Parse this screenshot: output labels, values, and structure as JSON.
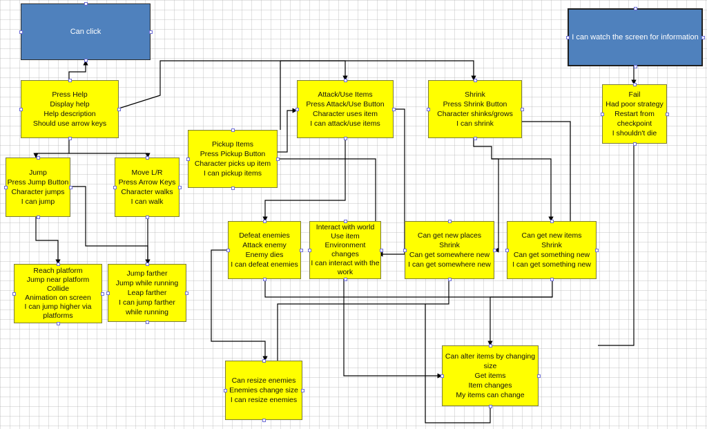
{
  "nodes": {
    "can_click": {
      "lines": [
        "Can click"
      ],
      "color": "#4f81bd"
    },
    "watch_screen": {
      "lines": [
        "I can watch the screen for information"
      ],
      "color": "#4f81bd"
    },
    "press_help": {
      "lines": [
        "Press Help",
        "Display help",
        "Help description",
        "Should use arrow keys"
      ]
    },
    "attack_use": {
      "lines": [
        "Attack/Use Items",
        "Press Attack/Use Button",
        "Character uses item",
        "I can attack/use items"
      ]
    },
    "shrink": {
      "lines": [
        "Shrink",
        "Press Shrink Button",
        "Character shinks/grows",
        "I can shrink"
      ]
    },
    "fail": {
      "lines": [
        "Fail",
        "Had poor strategy",
        "Restart from",
        "checkpoint",
        "I shouldn't die"
      ]
    },
    "pickup": {
      "lines": [
        "Pickup Items",
        "Press Pickup Button",
        "Character picks up item",
        "I can pickup items"
      ]
    },
    "jump": {
      "lines": [
        "Jump",
        "Press Jump Button",
        "Character jumps",
        "I can jump"
      ]
    },
    "move_lr": {
      "lines": [
        "Move L/R",
        "Press Arrow Keys",
        "Character walks",
        "I can walk"
      ]
    },
    "defeat": {
      "lines": [
        "Defeat enemies",
        "Attack enemy",
        "Enemy dies",
        "I can defeat enemies"
      ]
    },
    "interact": {
      "lines": [
        "Interact with world",
        "Use item",
        "Environment",
        "changes",
        "I can interact with the",
        "work"
      ]
    },
    "new_places": {
      "lines": [
        "Can get new places",
        "Shrink",
        "Can get somewhere new",
        "I can get somewhere new"
      ]
    },
    "new_items": {
      "lines": [
        "Can get new items",
        "Shrink",
        "Can get something new",
        "I can get something new"
      ]
    },
    "reach_platform": {
      "lines": [
        "Reach platform",
        "Jump near platform",
        "Collide",
        "Animation on screen",
        "I can jump higher via",
        "platforms"
      ]
    },
    "jump_farther": {
      "lines": [
        "Jump farther",
        "Jump while running",
        "Leap farther",
        "I can jump farther",
        "while running"
      ]
    },
    "alter_items": {
      "lines": [
        "Can alter items by changing",
        "size",
        "Get items",
        "Item changes",
        "My items can change"
      ]
    },
    "resize_enemies": {
      "lines": [
        "Can resize enemies",
        "Enemies change size",
        "I can resize enemies"
      ]
    }
  },
  "colors": {
    "box_fill": "#ffff00",
    "box_blue": "#4f81bd",
    "line": "#000000"
  }
}
